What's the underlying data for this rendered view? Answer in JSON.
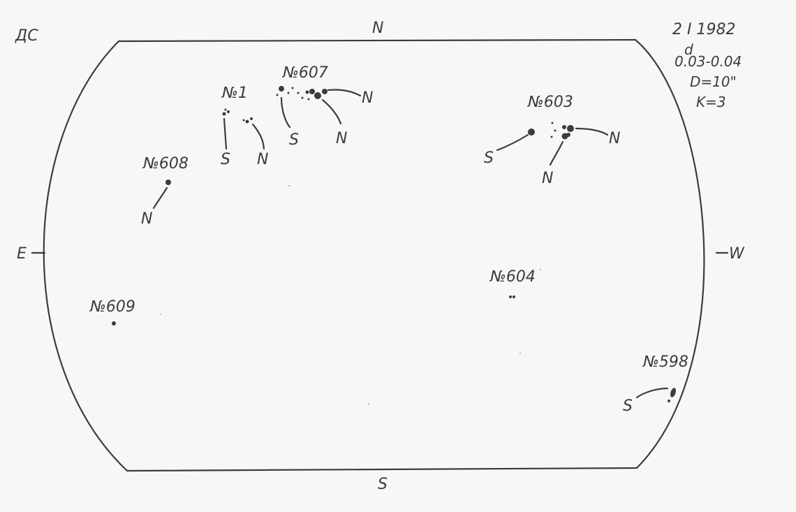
{
  "header": {
    "observatory": "ДС",
    "date": "2 I 1982",
    "duration_main": "0.03-0.04",
    "duration_sup": "d",
    "diameter": "D=10\"",
    "k_value": "K=3"
  },
  "directions": {
    "north": "N",
    "south": "S",
    "east": "E",
    "west": "W"
  },
  "groups": {
    "g1": {
      "label": "№1",
      "leaders": [
        "S",
        "N"
      ]
    },
    "g607": {
      "label": "№607",
      "leaders": [
        "S",
        "N",
        "N"
      ]
    },
    "g603": {
      "label": "№603",
      "leaders": [
        "S",
        "N",
        "N"
      ]
    },
    "g608": {
      "label": "№608",
      "leaders": [
        "N"
      ]
    },
    "g609": {
      "label": "№609"
    },
    "g604": {
      "label": "№604"
    },
    "g598": {
      "label": "№598",
      "leaders": [
        "S"
      ]
    }
  },
  "colors": {
    "ink": "#3c3c3c",
    "paper": "#f7f7f5"
  }
}
